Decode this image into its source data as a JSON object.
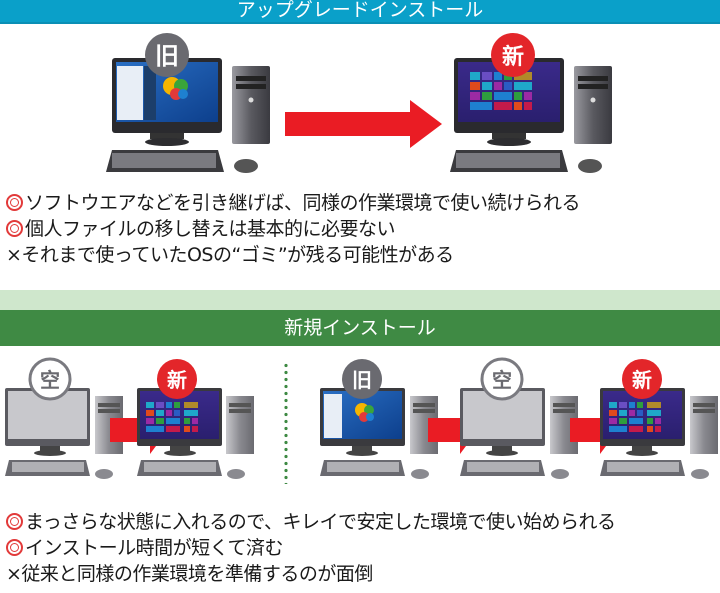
{
  "upgrade": {
    "title": "アップグレードインストール",
    "badge_old": "旧",
    "badge_new": "新",
    "points": [
      {
        "mark": "double-circle",
        "text": "ソフトウエアなどを引き継げば、同様の作業環境で使い続けられる"
      },
      {
        "mark": "double-circle",
        "text": "個人ファイルの移し替えは基本的に必要ない"
      },
      {
        "mark": "cross",
        "symbol": "×",
        "text": "それまで使っていたOSの“ゴミ”が残る可能性がある"
      }
    ]
  },
  "clean": {
    "title": "新規インストール",
    "badge_empty": "空",
    "badge_new": "新",
    "badge_old": "旧",
    "points": [
      {
        "mark": "double-circle",
        "text": "まっさらな状態に入れるので、キレイで安定した環境で使い始められる"
      },
      {
        "mark": "double-circle",
        "text": "インストール時間が短くて済む"
      },
      {
        "mark": "cross",
        "symbol": "×",
        "text": "従来と同様の作業環境を準備するのが面倒"
      }
    ]
  },
  "colors": {
    "upgrade_header": "#0aa0c9",
    "clean_header": "#3f8a44",
    "arrow": "#ea1c24",
    "badge_new": "#e3262a",
    "badge_old": "#6a6a70"
  }
}
